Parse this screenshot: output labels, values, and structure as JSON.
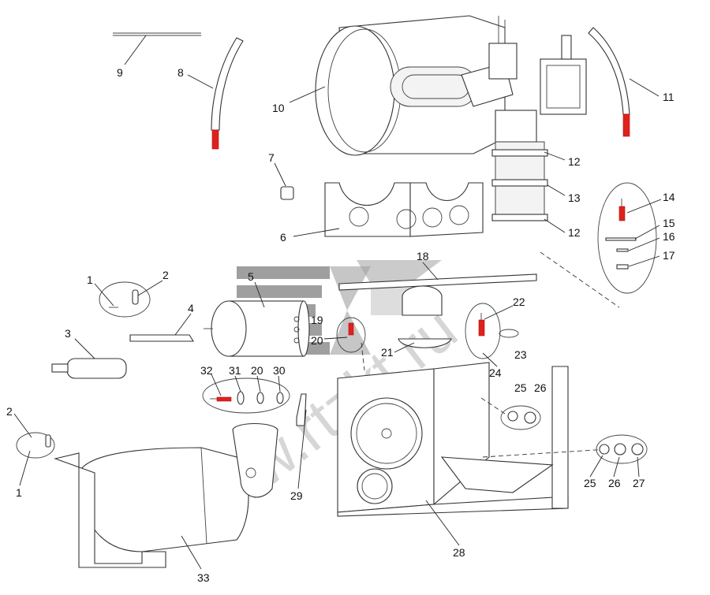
{
  "diagram": {
    "part_numbers": {
      "p1a": "1",
      "p2a": "2",
      "p3": "3",
      "p4": "4",
      "p5": "5",
      "p6": "6",
      "p7": "7",
      "p8": "8",
      "p9": "9",
      "p10": "10",
      "p11": "11",
      "p12a": "12",
      "p12b": "12",
      "p13": "13",
      "p14": "14",
      "p15": "15",
      "p16": "16",
      "p17": "17",
      "p18": "18",
      "p19": "19",
      "p20a": "20",
      "p21": "21",
      "p22": "22",
      "p23": "23",
      "p24": "24",
      "p25a": "25",
      "p26a": "26",
      "p32": "32",
      "p31": "31",
      "p20b": "20",
      "p30": "30",
      "p2b": "2",
      "p1b": "1",
      "p29": "29",
      "p33": "33",
      "p28": "28",
      "p25b": "25",
      "p26b": "26",
      "p27": "27"
    },
    "watermark": {
      "text": "www.rtzkt.ru",
      "color": "#8f8f8f"
    },
    "highlight_color": "#e0201c"
  }
}
